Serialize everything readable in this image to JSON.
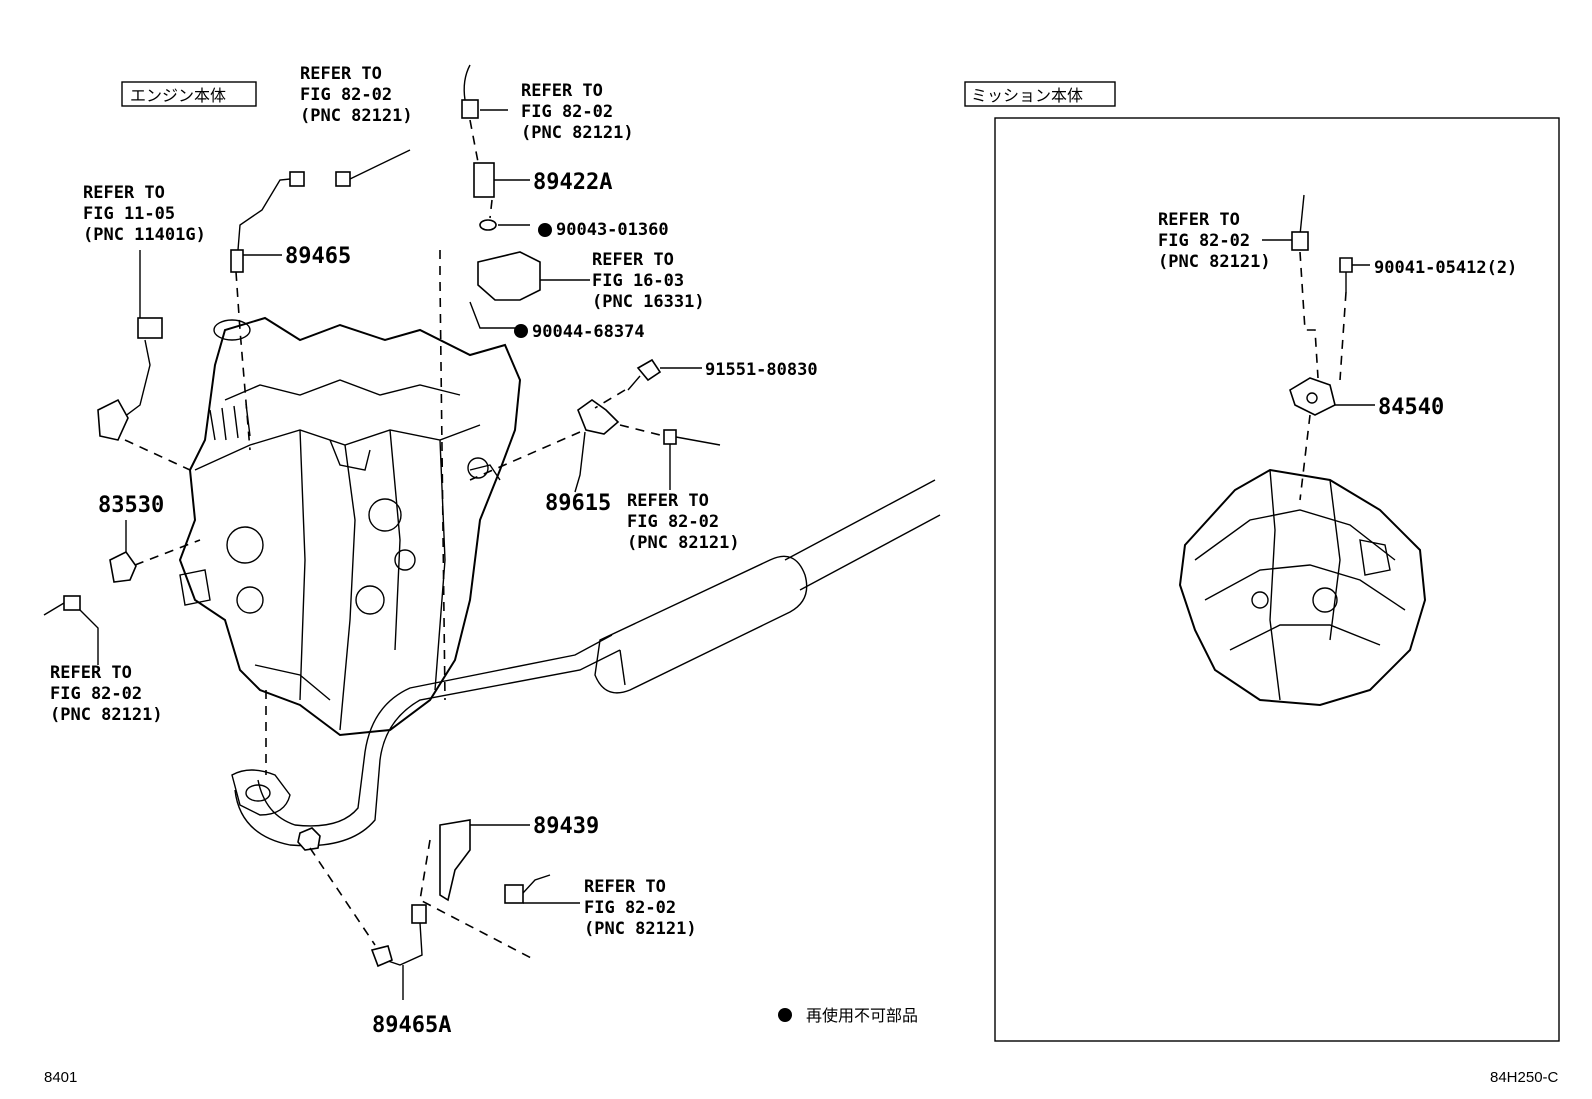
{
  "sections": {
    "engine": "エンジン本体",
    "mission": "ミッション本体"
  },
  "callouts": {
    "c1": [
      "REFER TO",
      "FIG 82-02",
      "(PNC 82121)"
    ],
    "c2": [
      "REFER TO",
      "FIG 82-02",
      "(PNC 82121)"
    ],
    "c3": [
      "REFER TO",
      "FIG 11-05",
      "(PNC 11401G)"
    ],
    "c4": [
      "REFER TO",
      "FIG 16-03",
      "(PNC 16331)"
    ],
    "c5": [
      "REFER TO",
      "FIG 82-02",
      "(PNC 82121)"
    ],
    "c6": [
      "REFER TO",
      "FIG 82-02",
      "(PNC 82121)"
    ],
    "c7": [
      "REFER TO",
      "FIG 82-02",
      "(PNC 82121)"
    ],
    "c8": [
      "REFER TO",
      "FIG 82-02",
      "(PNC 82121)"
    ]
  },
  "parts": {
    "p89422A": "89422A",
    "p90043": "90043-01360",
    "p89465": "89465",
    "p90044": "90044-68374",
    "p91551": "91551-80830",
    "p89615": "89615",
    "p83530": "83530",
    "p89439": "89439",
    "p89465A": "89465A",
    "p90041": "90041-05412(2)",
    "p84540": "84540"
  },
  "legend": {
    "non_reusable": "再使用不可部品"
  },
  "footer": {
    "page_code": "8401",
    "figure_code": "84H250-C"
  }
}
